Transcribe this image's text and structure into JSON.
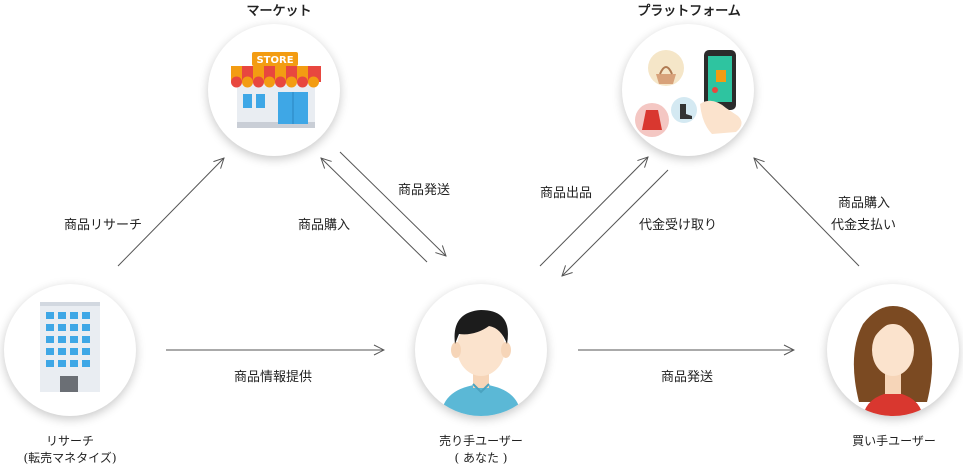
{
  "titles": {
    "market": "マーケット",
    "platform": "プラットフォーム"
  },
  "nodes": {
    "researcher": {
      "line1": "リサーチ",
      "line2": "(転売マネタイズ)"
    },
    "seller": {
      "line1": "売り手ユーザー",
      "line2": "( あなた )"
    },
    "buyer": {
      "line1": "買い手ユーザー"
    },
    "store_sign": "STORE"
  },
  "edges": {
    "product_research": "商品リサーチ",
    "product_purchase_market": "商品購入",
    "product_shipping_market": "商品発送",
    "product_listing": "商品出品",
    "payment_receipt": "代金受け取り",
    "buyer_purchase": "商品購入",
    "buyer_payment": "代金支払い",
    "info_provision": "商品情報提供",
    "shipping_to_buyer": "商品発送"
  },
  "colors": {
    "arrow": "#555555",
    "awning_red": "#e8473f",
    "awning_orange": "#f39c12",
    "building": "#e9edf2",
    "window": "#3ea7e6",
    "shirt": "#5bb8d6",
    "hair_dark": "#1c1c1c",
    "hair_brown": "#7b4a22",
    "skin": "#fbe3cd"
  }
}
